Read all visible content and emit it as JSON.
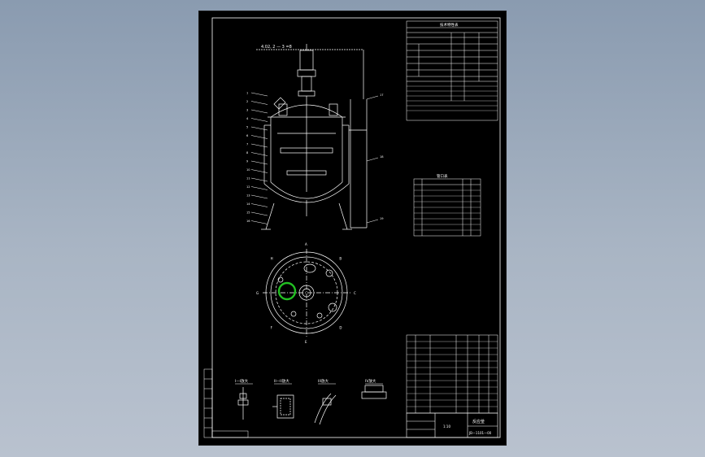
{
  "drawing": {
    "lead_label": "4.02, 2 — 3 =8",
    "callouts_left": [
      "1",
      "2",
      "3",
      "4",
      "5",
      "6",
      "7",
      "8",
      "9",
      "10",
      "11",
      "12",
      "13",
      "14",
      "15",
      "16"
    ],
    "callouts_right": [
      "17",
      "18",
      "19"
    ],
    "plan_labels": [
      "A",
      "B",
      "C",
      "D",
      "E",
      "F",
      "G",
      "H"
    ],
    "detail_views": [
      {
        "id": "detail-1",
        "label": "I—I放大"
      },
      {
        "id": "detail-2",
        "label": "II—II放大"
      },
      {
        "id": "detail-3",
        "label": "III放大"
      },
      {
        "id": "detail-4",
        "label": "IV放大"
      }
    ],
    "tech_table_title": "技术特性表",
    "nozzle_table_title": "管口表",
    "title_block": {
      "name": "反应釜",
      "drawing_no": "JB—1101—00",
      "scale": "1:10"
    }
  },
  "colors": {
    "sheet": "#000000",
    "line": "#ffffff",
    "highlight": "#22c022",
    "background_top": "#8a9bb0",
    "background_bottom": "#b9c2cf"
  }
}
